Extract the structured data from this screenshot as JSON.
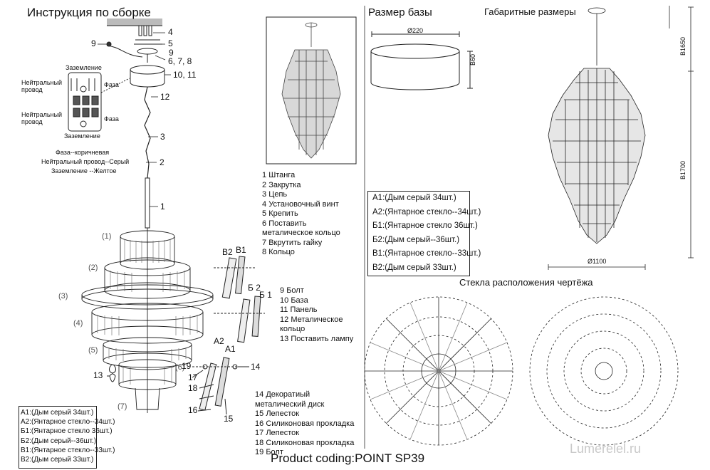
{
  "assembly": {
    "title": "Инструкция по сборке",
    "callouts": [
      "4",
      "5",
      "9",
      "6, 7, 8",
      "9",
      "10, 11",
      "12",
      "3",
      "2",
      "1"
    ],
    "wiring": {
      "ground_top": "Заземление",
      "neutral_1": "Нейтральный\nпровод",
      "phase_1": "Фаза",
      "neutral_2": "Нейтральный\nпровод",
      "phase_2": "Фаза",
      "ground_bottom": "Заземление",
      "legend": [
        "Фаза--коричневая",
        "Нейтральный провод--Серый",
        "Заземление --Желтое"
      ]
    },
    "tiers": [
      "(1)",
      "(2)",
      "(3)",
      "(4)",
      "(5)",
      "(6)",
      "(7)"
    ],
    "parts_a": [
      "Штанга",
      "Закрутка",
      "Цепь",
      "Установочный винт",
      "Крепить",
      "Поставить металическое кольцо",
      "Вкрутить гайку",
      "Кольцо"
    ],
    "parts_b": [
      {
        "n": "9",
        "t": "Болт"
      },
      {
        "n": "10",
        "t": "База"
      },
      {
        "n": "11",
        "t": "Панель"
      },
      {
        "n": "12",
        "t": "Металическое кольцо"
      },
      {
        "n": "13",
        "t": "Поставить лампу"
      }
    ],
    "parts_c": [
      {
        "n": "14",
        "t": "Декоратиый металический диск"
      },
      {
        "n": "15",
        "t": "Лепесток"
      },
      {
        "n": "16",
        "t": "Силиконовая прокладка"
      },
      {
        "n": "17",
        "t": "Лепесток"
      },
      {
        "n": "18",
        "t": "Силиконовая прокладка"
      },
      {
        "n": "19",
        "t": "Болт"
      }
    ],
    "piece_labels": {
      "b2": "B2",
      "b1": "B1",
      "b_2": "Б 2",
      "b_1": "Б 1",
      "a2": "A2",
      "a1": "A1"
    },
    "side_numbers": {
      "n13": "13",
      "n19": "19",
      "n17": "17",
      "n18": "18",
      "n16": "16",
      "n15": "15",
      "n14": "14"
    },
    "glass_counts_small": [
      "A1:(Дым серый 34шт.)",
      "A2:(Янтарное стекло--34шт.)",
      "Б1:(Янтарное стекло 36шт.)",
      "Б2:(Дым серый--36шт.)",
      "B1:(Янтарное стекло--33шт.)",
      "B2:(Дым серый 33шт.)"
    ]
  },
  "base": {
    "title": "Размер базы",
    "diameter": "Ø220",
    "height": "B60"
  },
  "dimensions": {
    "title": "Габаритные размеры",
    "h1": "B1650",
    "h2": "B1700",
    "diameter": "Ø1100"
  },
  "glass_counts": [
    "A1:(Дым серый 34шт.)",
    "A2:(Янтарное стекло--34шт.)",
    "Б1:(Янтарное стекло 36шт.)",
    "Б2:(Дым серый--36шт.)",
    "B1:(Янтарное стекло--33шт.)",
    "B2:(Дым серый 33шт.)"
  ],
  "layout_title": "Стекла расположения чертёжа",
  "footer": "Product coding:POINT SP39",
  "watermark": "Lumerelel.ru",
  "colors": {
    "line": "#222222",
    "watermark": "#c9c9c9"
  }
}
